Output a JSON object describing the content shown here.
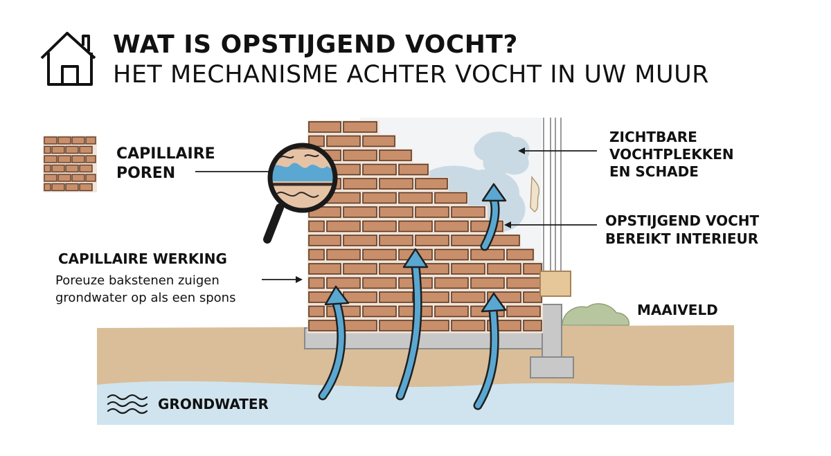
{
  "title": {
    "line1": "WAT IS OPSTIJGEND VOCHT?",
    "line2": "HET MECHANISME ACHTER VOCHT IN UW MUUR"
  },
  "labels": {
    "capillaire_poren": [
      "CAPILLAIRE",
      "POREN"
    ],
    "capillaire_werking": {
      "heading": "CAPILLAIRE WERKING",
      "description": [
        "Poreuze bakstenen zuigen",
        "grondwater op als een spons"
      ]
    },
    "zichtbare_vochtplekken": [
      "ZICHTBARE",
      "VOCHTPLEKKEN",
      "EN SCHADE"
    ],
    "opstijgend_vocht": [
      "OPSTIJGEND VOCHT",
      "BEREIKT INTERIEUR"
    ],
    "maaiveld": "MAAIVELD",
    "grondwater": "GRONDWATER"
  },
  "icons": [
    "house-icon",
    "brick-icon",
    "magnifier-icon",
    "water-waves-icon"
  ],
  "colors": {
    "brick": "#c98f6a",
    "mortar": "#f3e4d6",
    "soil": "#d9be99",
    "groundwater": "#cfe4ee",
    "arrow": "#5aa8d2",
    "concrete": "#c8c8c8",
    "stain": "#c4d6e2",
    "plant": "#b8c6a0"
  }
}
